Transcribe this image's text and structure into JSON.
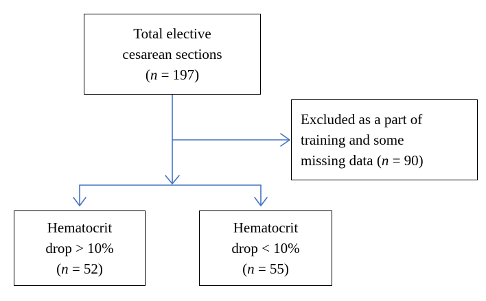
{
  "flowchart": {
    "total": {
      "line1": "Total elective",
      "line2": "cesarean sections",
      "n_open": "(",
      "n_var": "n",
      "n_rest": " = 197)"
    },
    "excluded": {
      "line1": "Excluded as a part of",
      "line2": "training and some",
      "line3_pre": "missing data (",
      "n_var": "n",
      "n_rest": " = 90)"
    },
    "high_drop": {
      "line1": "Hematocrit",
      "line2": "drop > 10%",
      "n_open": "(",
      "n_var": "n",
      "n_rest": " = 52)"
    },
    "low_drop": {
      "line1": "Hematocrit",
      "line2": "drop < 10%",
      "n_open": "(",
      "n_var": "n",
      "n_rest": " = 55)"
    },
    "connector_color": "#4472c4"
  }
}
